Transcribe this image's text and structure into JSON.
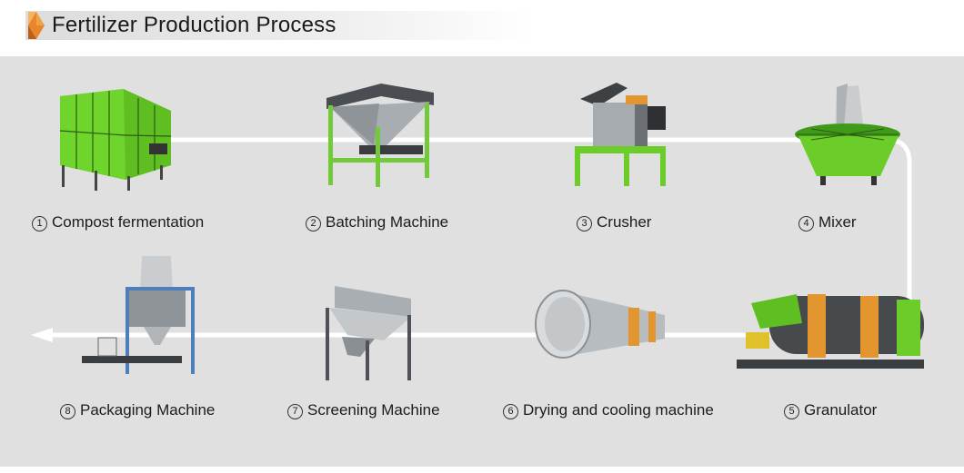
{
  "header": {
    "title": "Fertilizer Production Process"
  },
  "steps": [
    {
      "num": "1",
      "label": "Compost fermentation"
    },
    {
      "num": "2",
      "label": "Batching Machine"
    },
    {
      "num": "3",
      "label": "Crusher"
    },
    {
      "num": "4",
      "label": "Mixer"
    },
    {
      "num": "5",
      "label": "Granulator"
    },
    {
      "num": "6",
      "label": "Drying and cooling machine"
    },
    {
      "num": "7",
      "label": "Screening Machine"
    },
    {
      "num": "8",
      "label": "Packaging Machine"
    }
  ],
  "colors": {
    "accent": "#e8862b",
    "machine_green": "#6ccc2a",
    "steel": "#9aa0a6",
    "flow_line": "#ffffff"
  }
}
